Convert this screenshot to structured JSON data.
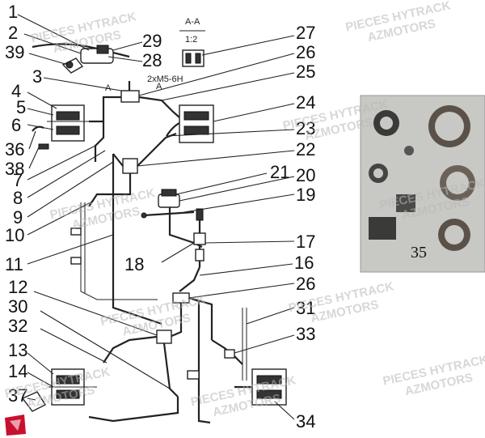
{
  "watermark": {
    "line1": "PIECES HYTRACK",
    "line2": "AZMOTORS"
  },
  "section_view": {
    "title": "A-A",
    "scale": "1:2",
    "thread": "2xM5-6H",
    "marker_a1": "A",
    "marker_a2": "A"
  },
  "callouts_left": [
    "1",
    "2",
    "39",
    "3",
    "4",
    "5",
    "6",
    "36",
    "38",
    "7",
    "8",
    "9",
    "10",
    "11",
    "12",
    "30",
    "32",
    "13",
    "14",
    "37"
  ],
  "callouts_right": [
    "29",
    "28",
    "27",
    "26",
    "25",
    "24",
    "23",
    "22",
    "21",
    "20",
    "19",
    "17",
    "18",
    "16",
    "26",
    "31",
    "33",
    "34"
  ],
  "photo": {
    "label": "35"
  },
  "colors": {
    "line": "#222222",
    "watermark": "#b8b8b8",
    "photo_bg": "#c8c8c4",
    "brand_red": "#c8102e"
  }
}
